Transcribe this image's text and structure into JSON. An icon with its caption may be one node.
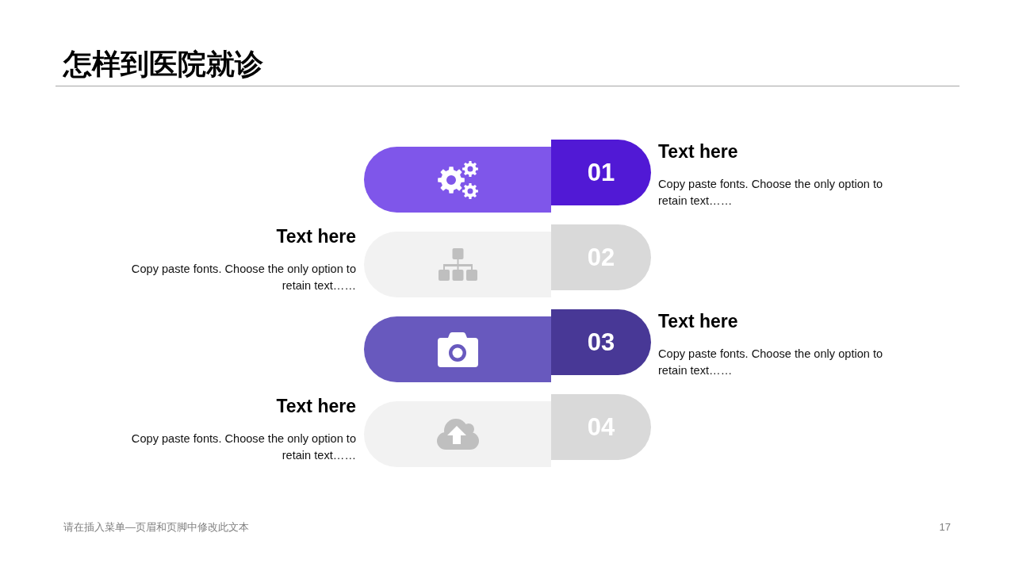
{
  "diagram": {
    "title": "怎样到医院就诊",
    "nodes": [
      {
        "text": [],
        "shape": "box"
      },
      {
        "text": [
          "01"
        ],
        "beside": [
          "Text here",
          "Copy paste fonts. Choose the only option to retain text……"
        ]
      },
      {
        "text": [],
        "shape": "box",
        "beside": [
          "Text here",
          "Copy paste fonts. Choose the only option to retain text……"
        ]
      },
      {
        "text": [
          "02"
        ]
      },
      {
        "text": [],
        "shape": "box"
      },
      {
        "text": [
          "03"
        ],
        "beside": [
          "Text here",
          "Copy paste fonts. Choose the only option to retain text……"
        ]
      },
      {
        "text": [],
        "shape": "box",
        "beside": [
          "Text here",
          "Copy paste fonts. Choose the only option to retain text……"
        ]
      },
      {
        "text": [
          "04"
        ]
      }
    ],
    "labels": [
      "请在插入菜单—页眉和页脚中修改此文本",
      "17"
    ]
  }
}
